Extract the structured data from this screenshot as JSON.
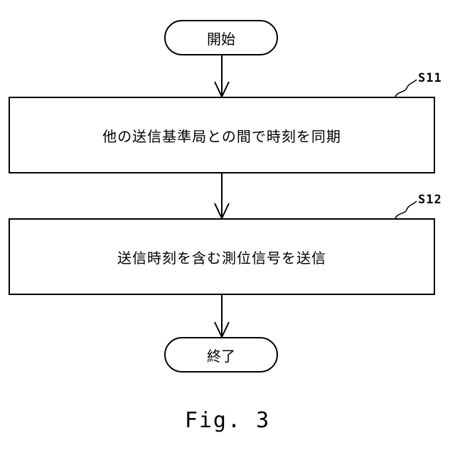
{
  "flowchart": {
    "start_label": "開始",
    "end_label": "終了",
    "steps": [
      {
        "id": "S11",
        "text": "他の送信基準局との間で時刻を同期"
      },
      {
        "id": "S12",
        "text": "送信時刻を含む測位信号を送信"
      }
    ]
  },
  "figure": {
    "caption": "Fig. 3"
  }
}
